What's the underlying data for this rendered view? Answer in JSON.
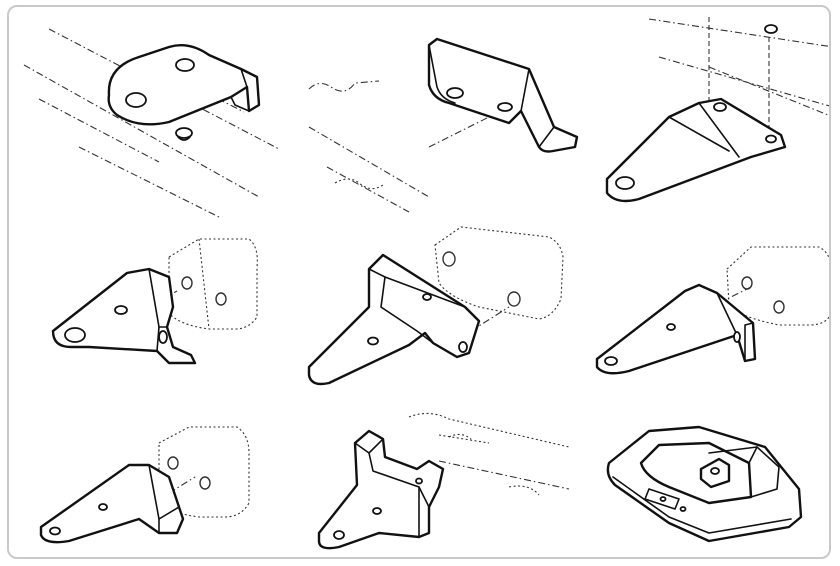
{
  "figure": {
    "panels": [
      {
        "id": "r1c1",
        "icon": "bracket-flat-two-hole-icon"
      },
      {
        "id": "r1c2",
        "icon": "bracket-z-bend-icon"
      },
      {
        "id": "r1c3",
        "icon": "bracket-triangular-plate-icon"
      },
      {
        "id": "r2c1",
        "icon": "bracket-angle-eye-icon"
      },
      {
        "id": "r2c2",
        "icon": "bracket-offset-triangle-icon"
      },
      {
        "id": "r2c3",
        "icon": "bracket-triangle-angle-icon"
      },
      {
        "id": "r3c1",
        "icon": "bracket-small-angle-icon"
      },
      {
        "id": "r3c2",
        "icon": "bracket-clip-tab-icon"
      },
      {
        "id": "r3c3",
        "icon": "bracket-frame-plate-icon"
      }
    ],
    "colors": {
      "line": "#111111",
      "background": "#ffffff",
      "frame_border": "#c9c9c9"
    }
  }
}
